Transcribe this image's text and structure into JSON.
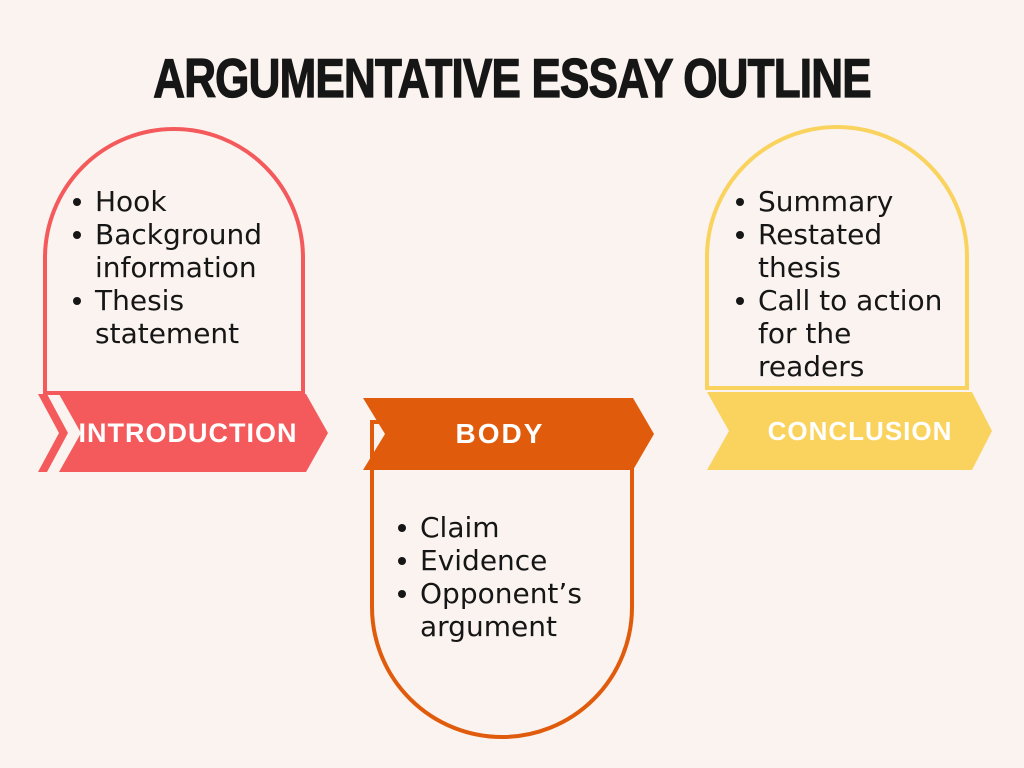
{
  "title": "ARGUMENTATIVE ESSAY OUTLINE",
  "colors": {
    "bg": "#FAF3EF",
    "intro": "#F4595B",
    "body": "#E05C0C",
    "conclusion": "#F9D35D",
    "ink": "#161616",
    "label": "#FFFFFF"
  },
  "sections": {
    "introduction": {
      "label": "INTRODUCTION",
      "items": [
        "Hook",
        "Background\ninformation",
        "Thesis\nstatement"
      ]
    },
    "body": {
      "label": "BODY",
      "items": [
        "Claim",
        "Evidence",
        "Opponent’s\nargument"
      ]
    },
    "conclusion": {
      "label": "CONCLUSION",
      "items": [
        "Summary",
        "Restated\nthesis",
        "Call to action\nfor the\nreaders"
      ]
    }
  }
}
